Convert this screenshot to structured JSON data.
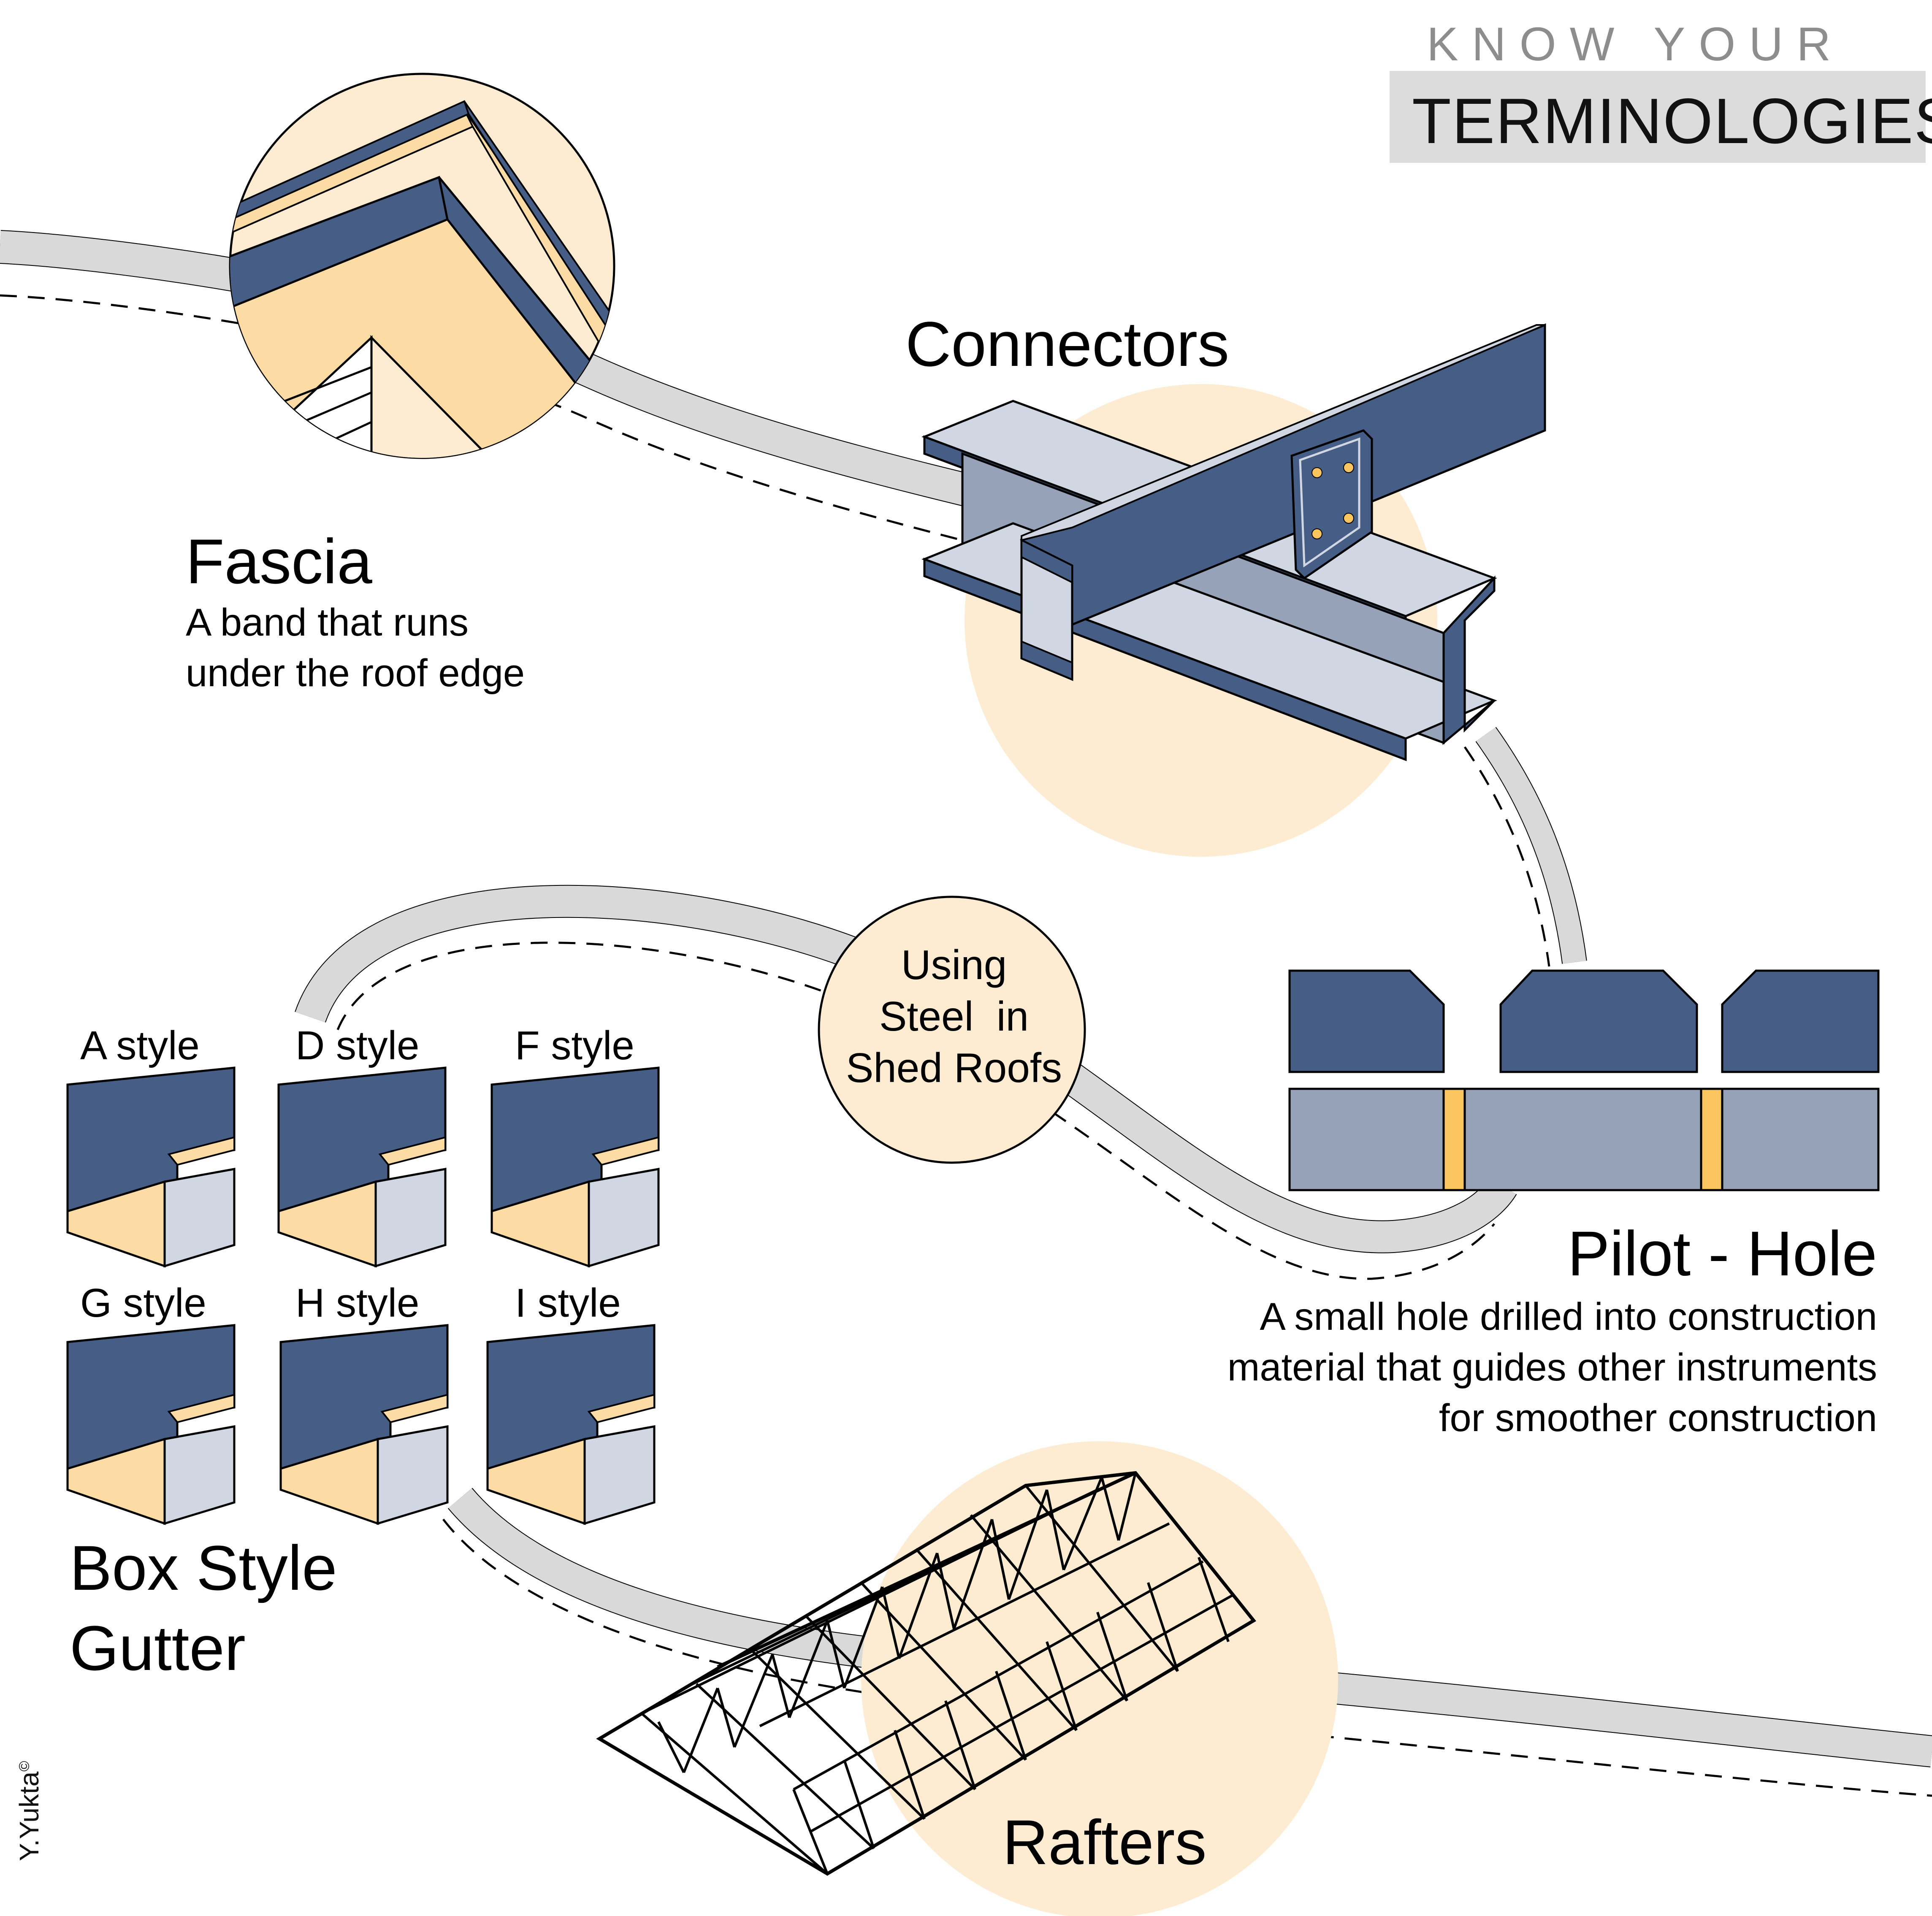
{
  "header": {
    "kicker": "KNOW YOUR",
    "title": "TERMINOLOGIES"
  },
  "fascia": {
    "title": "Fascia",
    "desc_line1": "A band that runs",
    "desc_line2": "under the roof edge"
  },
  "connectors": {
    "title": "Connectors"
  },
  "center_bubble": {
    "line1": "Using",
    "line2": "Steel  in",
    "line3": "Shed Roofs"
  },
  "pilot_hole": {
    "title": "Pilot - Hole",
    "desc_line1": "A small hole drilled into construction",
    "desc_line2": "material that guides other instruments",
    "desc_line3": "for smoother construction"
  },
  "gutter": {
    "styles": [
      "A style",
      "D style",
      "F style",
      "G style",
      "H style",
      "I style"
    ],
    "title_line1": "Box Style",
    "title_line2": "Gutter"
  },
  "rafters": {
    "title": "Rafters"
  },
  "credit": {
    "name": "Y.Yukta",
    "mark": "©"
  },
  "colors": {
    "navy": "#465e86",
    "steel_light": "#d0d7e2",
    "steel_mid": "#96a2b8",
    "cream": "#fdecd2",
    "tan": "#fcdca4",
    "orange": "#fac45e",
    "ribbon_gray": "#d9d9d9",
    "term_box": "#dcdcdc"
  }
}
